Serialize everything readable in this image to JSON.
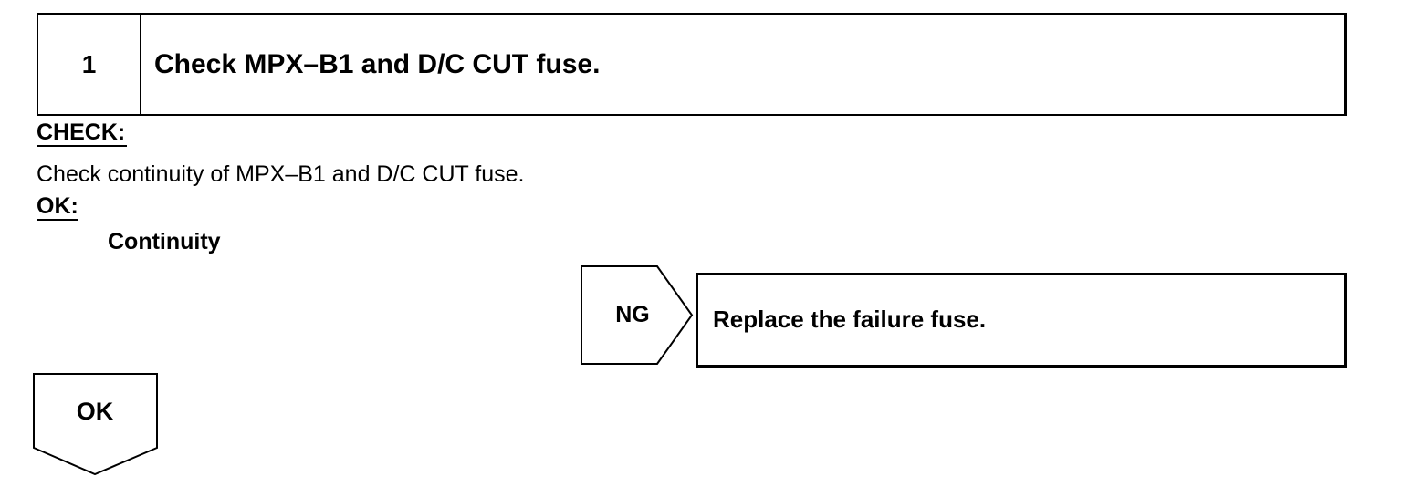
{
  "step": {
    "number": "1",
    "title": "Check MPX–B1 and D/C CUT fuse."
  },
  "check": {
    "label": "CHECK:",
    "text": "Check continuity of MPX–B1 and D/C CUT fuse."
  },
  "ok": {
    "label": "OK:",
    "result": "Continuity"
  },
  "ng_branch": {
    "label": "NG",
    "action": "Replace the failure fuse."
  },
  "ok_branch": {
    "label": "OK"
  }
}
